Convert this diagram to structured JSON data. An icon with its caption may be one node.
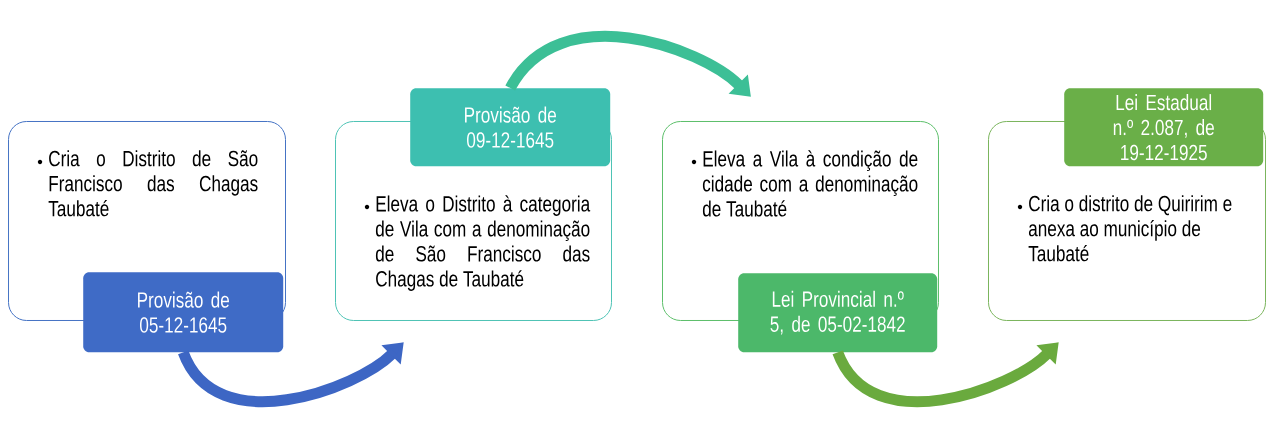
{
  "diagram": {
    "nodes": [
      {
        "text": [
          "Cria o Distrito de São Francisco das Chagas Taubaté"
        ]
      },
      {
        "text": [
          "Provisão de 05-12-1645"
        ]
      },
      {
        "text": [
          "Eleva o Distrito à categoria de Vila com a denominação de São Francisco das Chagas de Taubaté"
        ]
      },
      {
        "text": [
          "Provisão de 09-12-1645"
        ]
      },
      {
        "text": [
          "Eleva a Vila à condição de cidade com a denominação de Taubaté"
        ]
      },
      {
        "text": [
          "Lei Provincial n.º 5, de 05-02-1842"
        ]
      },
      {
        "text": [
          "Cria o distrito de Quiririm e anexa ao município de Taubaté"
        ]
      },
      {
        "text": [
          "Lei Estadual n.º 2.087, de 19-12-1925"
        ]
      }
    ],
    "edges": [
      {
        "from": 1,
        "to": 2,
        "arrow": "to",
        "color": "#3d66c4"
      },
      {
        "from": 3,
        "to": 4,
        "arrow": "to",
        "color": "#3cbf96"
      },
      {
        "from": 5,
        "to": 6,
        "arrow": "to",
        "color": "#6aaa3e"
      }
    ]
  }
}
